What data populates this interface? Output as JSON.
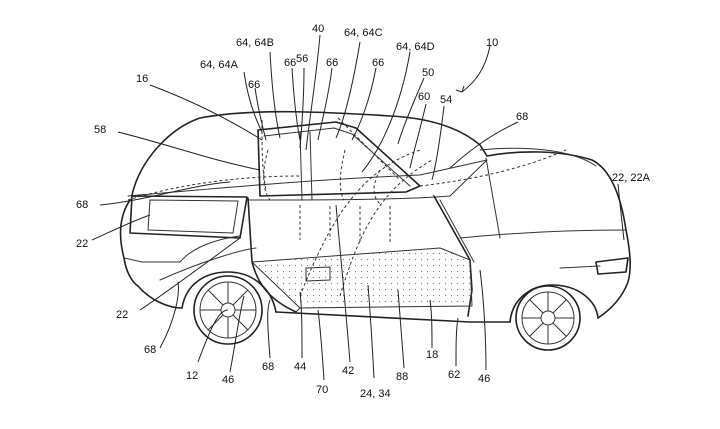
{
  "labels": {
    "l10": "10",
    "l12": "12",
    "l16": "16",
    "l18": "18",
    "l22a": "22",
    "l22b": "22",
    "l22c": "22, 22A",
    "l24_34": "24, 34",
    "l40": "40",
    "l42": "42",
    "l44": "44",
    "l46a": "46",
    "l46b": "46",
    "l50": "50",
    "l54": "54",
    "l56": "56",
    "l58": "58",
    "l60": "60",
    "l62": "62",
    "l64a": "64, 64A",
    "l64b": "64, 64B",
    "l64c": "64, 64C",
    "l64d": "64, 64D",
    "l66a": "66",
    "l66b": "66",
    "l66c": "66",
    "l66d": "66",
    "l68a": "68",
    "l68b": "68",
    "l68c": "68",
    "l68d": "68",
    "l70": "70",
    "l88": "88"
  }
}
